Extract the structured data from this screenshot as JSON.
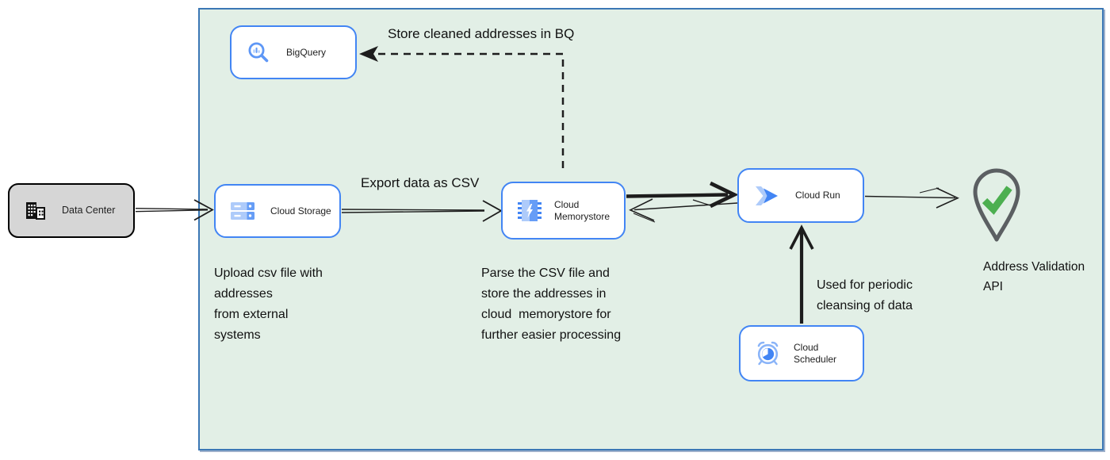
{
  "nodes": {
    "data_center": {
      "label": "Data Center"
    },
    "bigquery": {
      "label": "BigQuery"
    },
    "cloud_storage": {
      "label": "Cloud Storage"
    },
    "cloud_memorystore": {
      "label": "Cloud Memorystore"
    },
    "cloud_run": {
      "label": "Cloud Run"
    },
    "cloud_scheduler": {
      "label": "Cloud Scheduler"
    },
    "address_validation_api": {
      "label": "Address Validation API"
    }
  },
  "annotations": {
    "store_bq": "Store cleaned addresses in BQ",
    "export_csv": "Export data as CSV",
    "upload_note": "Upload csv file with\naddresses\nfrom external\nsystems",
    "parse_note": "Parse the CSV file and\nstore the addresses in\ncloud  memorystore for\nfurther easier processing",
    "periodic_note": "Used for periodic\ncleansing of data"
  },
  "colors": {
    "boundary_fill": "#e2efe6",
    "boundary_border": "#3b77b5",
    "node_border": "#4285f4",
    "node_fill": "#ffffff",
    "datacenter_fill": "#d6d6d6",
    "datacenter_border": "#000000",
    "arrow_color": "#1d1d1d",
    "text_color": "#111111",
    "pin_stroke": "#5b5f62",
    "check_green": "#4caf50"
  }
}
